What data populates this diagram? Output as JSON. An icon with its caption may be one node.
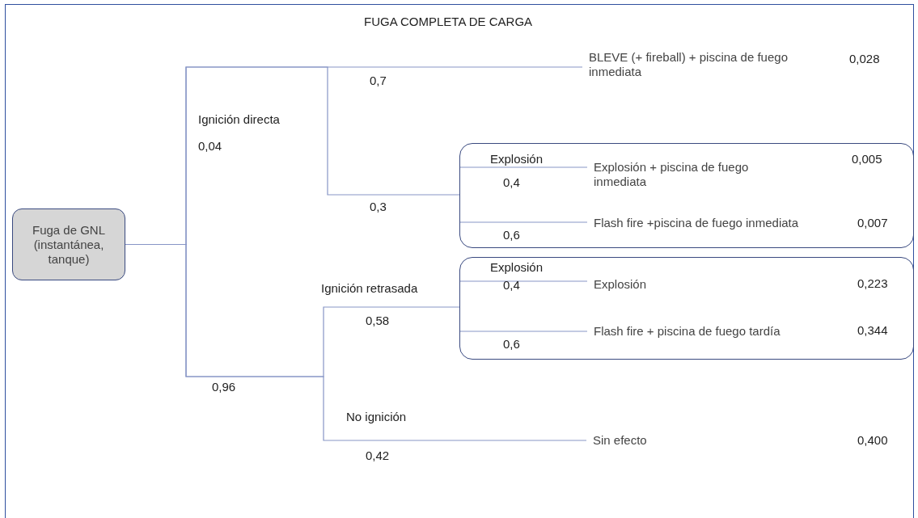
{
  "diagram": {
    "title": "FUGA COMPLETA DE CARGA",
    "nodes": [
      {
        "text": [
          "Fuga de GNL (instantánea, tanque)"
        ]
      },
      {
        "text": [
          "BLEVE (+ fireball) + piscina de fuego inmediata"
        ]
      },
      {
        "text": [
          "Explosión"
        ]
      },
      {
        "text": [
          "Explosión + piscina de fuego inmediata"
        ],
        "in": 2
      },
      {
        "text": [
          "Flash fire +piscina de fuego inmediata"
        ],
        "in": 2
      },
      {
        "text": [
          "Explosión"
        ]
      },
      {
        "text": [
          "Explosión"
        ],
        "in": 5
      },
      {
        "text": [
          "Flash fire + piscina de fuego tardía"
        ],
        "in": 5
      },
      {
        "text": [
          "Sin efecto"
        ]
      }
    ],
    "edges": [
      {
        "from": 0,
        "to": 1,
        "arrow": "none",
        "label": "0,7"
      },
      {
        "from": 0,
        "to": 2,
        "arrow": "none",
        "label": "0,3"
      },
      {
        "from": 2,
        "to": 3,
        "arrow": "none",
        "label": "0,4"
      },
      {
        "from": 2,
        "to": 4,
        "arrow": "none",
        "label": "0,6"
      },
      {
        "from": 0,
        "to": 5,
        "arrow": "none",
        "label": "0,58"
      },
      {
        "from": 5,
        "to": 6,
        "arrow": "none",
        "label": "0,4"
      },
      {
        "from": 5,
        "to": 7,
        "arrow": "none",
        "label": "0,6"
      },
      {
        "from": 0,
        "to": 8,
        "arrow": "none",
        "label": "0,42"
      }
    ],
    "labels": [
      "0,028",
      "Ignición directa",
      "0,04",
      "0,005",
      "0,007",
      "0,223",
      "Ignición retrasada",
      "0,344",
      "0,96",
      "No ignición",
      "0,400"
    ]
  }
}
